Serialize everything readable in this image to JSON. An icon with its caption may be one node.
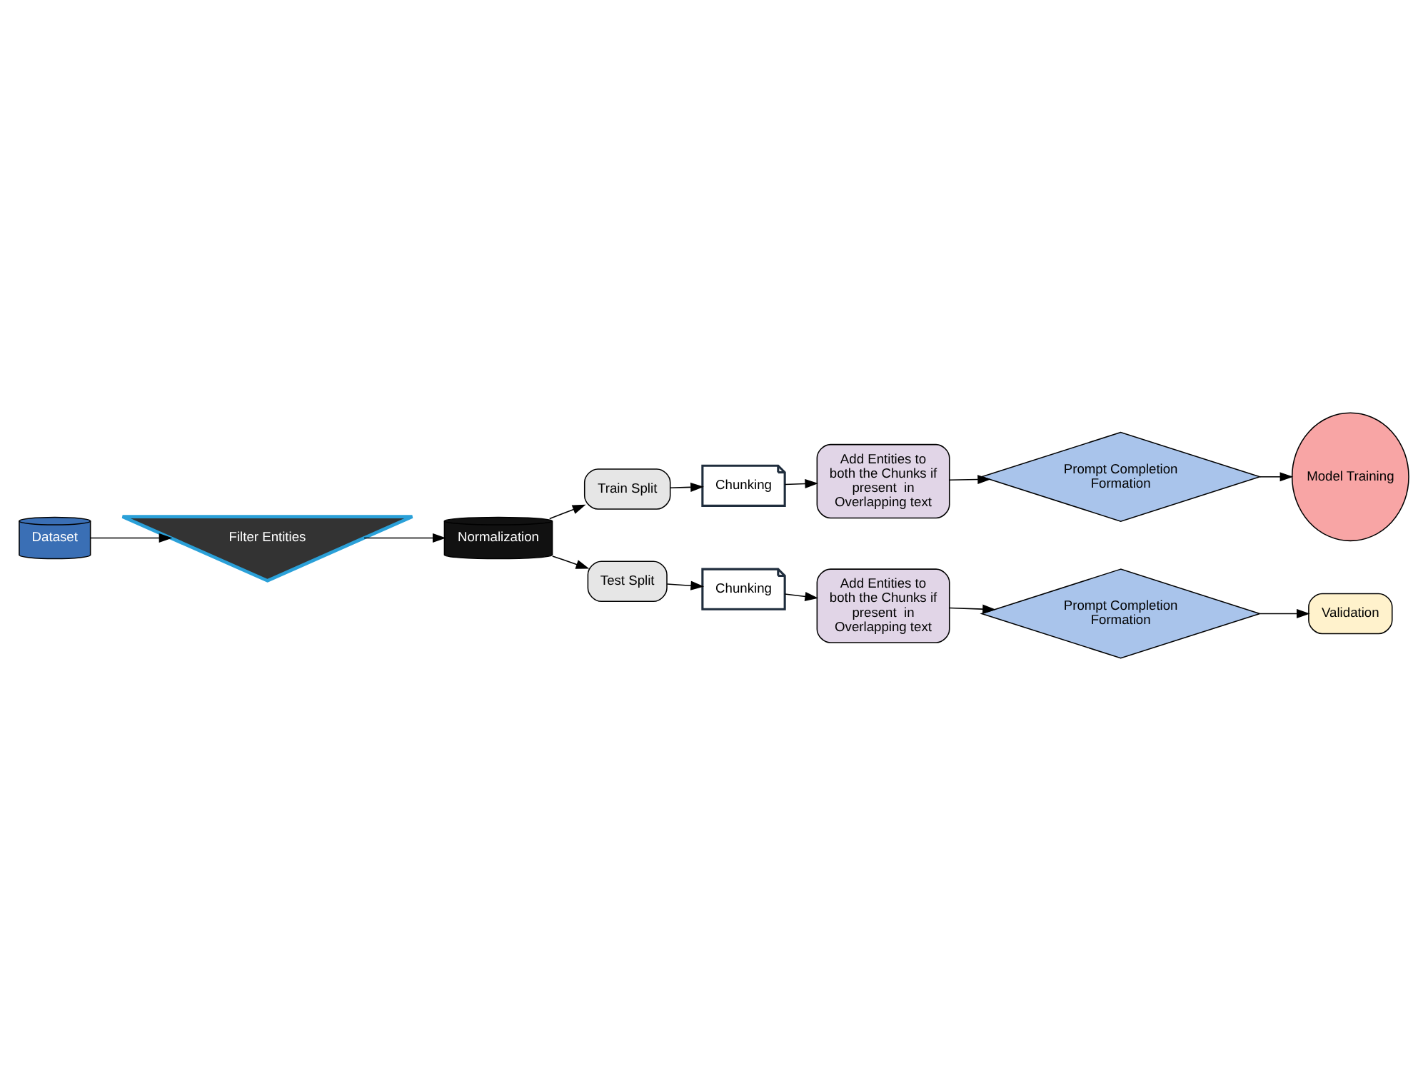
{
  "diagram": {
    "nodes": [
      {
        "text": [
          "Dataset"
        ]
      },
      {
        "text": [
          "Filter Entities"
        ]
      },
      {
        "text": [
          "Normalization"
        ]
      },
      {
        "text": [
          "Train Split"
        ]
      },
      {
        "text": [
          "Chunking"
        ]
      },
      {
        "text": [
          "Add Entities to both the Chunks if present  in Overlapping text"
        ]
      },
      {
        "text": [
          "Prompt Completion Formation"
        ]
      },
      {
        "text": [
          "Model Training"
        ]
      },
      {
        "text": [
          "Test Split"
        ]
      },
      {
        "text": [
          "Chunking"
        ]
      },
      {
        "text": [
          "Add Entities to both the Chunks if present  in Overlapping text"
        ]
      },
      {
        "text": [
          "Prompt Completion Formation"
        ]
      },
      {
        "text": [
          "Validation"
        ]
      }
    ],
    "edges": [
      {
        "from": 0,
        "to": 1,
        "arrow": "to"
      },
      {
        "from": 1,
        "to": 2,
        "arrow": "to"
      },
      {
        "from": 2,
        "to": 3,
        "arrow": "to"
      },
      {
        "from": 2,
        "to": 8,
        "arrow": "to"
      },
      {
        "from": 3,
        "to": 4,
        "arrow": "to"
      },
      {
        "from": 4,
        "to": 5,
        "arrow": "to"
      },
      {
        "from": 5,
        "to": 6,
        "arrow": "to"
      },
      {
        "from": 6,
        "to": 7,
        "arrow": "to"
      },
      {
        "from": 8,
        "to": 9,
        "arrow": "to"
      },
      {
        "from": 9,
        "to": 10,
        "arrow": "to"
      },
      {
        "from": 10,
        "to": 11,
        "arrow": "to"
      },
      {
        "from": 11,
        "to": 12,
        "arrow": "to"
      }
    ]
  }
}
